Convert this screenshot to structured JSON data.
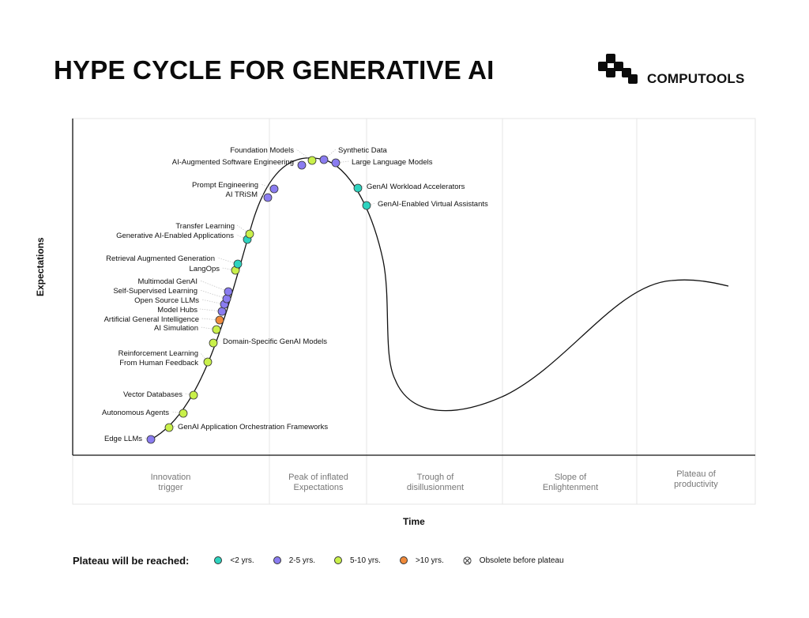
{
  "title": "HYPE CYCLE FOR GENERATIVE AI",
  "brand": "COMPUTOOLS",
  "axes": {
    "y_label": "Expectations",
    "x_label": "Time"
  },
  "phases": [
    "Innovation\ntrigger",
    "Peak of inflated\nExpectations",
    "Trough of\ndisillusionment",
    "Slope of\nEnlightenment",
    "Plateau of\nproductivity"
  ],
  "colors": {
    "lt2": "#2ed3bf",
    "y2_5": "#8a7cf0",
    "y5_10": "#c9f04a",
    "gt10": "#f08a3a",
    "curve": "#111111",
    "grid": "#e6e6e6"
  },
  "legend": {
    "title": "Plateau will be reached:",
    "items": [
      {
        "key": "lt2",
        "label": "<2 yrs."
      },
      {
        "key": "y2_5",
        "label": "2-5 yrs."
      },
      {
        "key": "y5_10",
        "label": "5-10 yrs."
      },
      {
        "key": "gt10",
        "label": ">10 yrs."
      },
      {
        "key": "obsolete",
        "label": "Obsolete before plateau"
      }
    ]
  },
  "technologies": [
    {
      "label": "Edge LLMs",
      "category": "y2_5"
    },
    {
      "label": "GenAI Application Orchestration Frameworks",
      "category": "y5_10"
    },
    {
      "label": "Autonomous Agents",
      "category": "y5_10"
    },
    {
      "label": "Vector Databases",
      "category": "y5_10"
    },
    {
      "label": "Reinforcement Learning\nFrom Human Feedback",
      "category": "y5_10"
    },
    {
      "label": "Domain-Specific GenAI Models",
      "category": "y5_10"
    },
    {
      "label": "AI Simulation",
      "category": "y5_10"
    },
    {
      "label": "Artificial General Intelligence",
      "category": "gt10"
    },
    {
      "label": "Model Hubs",
      "category": "y2_5"
    },
    {
      "label": "Open Source LLMs",
      "category": "y2_5"
    },
    {
      "label": "Self-Supervised Learning",
      "category": "y2_5"
    },
    {
      "label": "Multimodal GenAI",
      "category": "y2_5"
    },
    {
      "label": "LangOps",
      "category": "y5_10"
    },
    {
      "label": "Retrieval Augmented Generation",
      "category": "lt2"
    },
    {
      "label": "Generative AI-Enabled Applications",
      "category": "lt2"
    },
    {
      "label": "Transfer Learning",
      "category": "y5_10"
    },
    {
      "label": "AI TRiSM",
      "category": "y2_5"
    },
    {
      "label": "Prompt Engineering",
      "category": "y2_5"
    },
    {
      "label": "AI-Augmented Software Engineering",
      "category": "y2_5"
    },
    {
      "label": "Foundation Models",
      "category": "y5_10"
    },
    {
      "label": "Synthetic Data",
      "category": "y2_5"
    },
    {
      "label": "Large Language Models",
      "category": "y2_5"
    },
    {
      "label": "GenAI Workload Accelerators",
      "category": "lt2"
    },
    {
      "label": "GenAI-Enabled Virtual Assistants",
      "category": "lt2"
    }
  ]
}
